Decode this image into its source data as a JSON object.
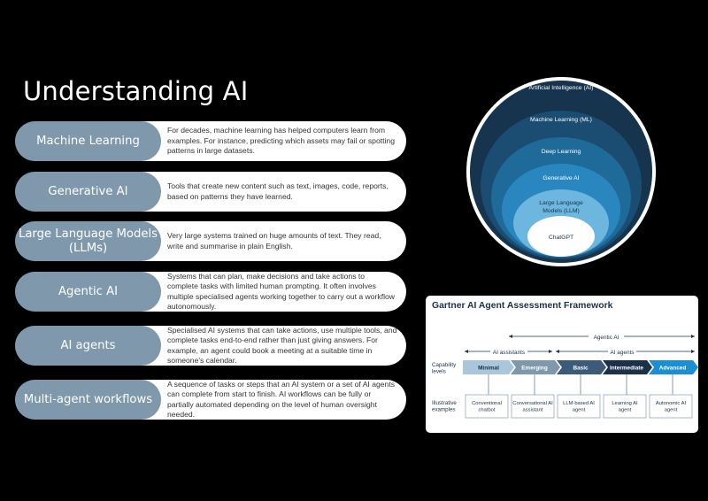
{
  "page": {
    "title": "Understanding AI"
  },
  "rows": [
    {
      "term": "Machine Learning",
      "description": "For decades, machine learning has helped computers learn from examples. For instance, predicting which assets may fail or spotting patterns in large datasets."
    },
    {
      "term": "Generative AI",
      "description": "Tools that create new content such as text, images, code, reports, based on patterns they have learned."
    },
    {
      "term": "Large Language Models (LLMs)",
      "description": "Very large systems trained on huge amounts of text. They read, write and summarise in plain English."
    },
    {
      "term": "Agentic AI",
      "description": "Systems that can plan, make decisions and take actions to complete tasks with limited human prompting. It often involves multiple specialised agents working together to carry out a workflow autonomously."
    },
    {
      "term": "AI agents",
      "description": "Specialised AI systems that can take actions, use multiple tools, and complete tasks end-to-end rather than just giving answers. For example, an agent could book a meeting at a suitable time in someone's calendar."
    },
    {
      "term": "Multi-agent workflows",
      "description": "A sequence of tasks or steps that an AI system or a set of AI agents can complete from start to finish. AI workflows can be fully or partially automated depending on the level of human oversight needed."
    }
  ],
  "rings": [
    {
      "label": "Artificial Intelligence (AI)",
      "color": "#16344e"
    },
    {
      "label": "Machine Learning (ML)",
      "color": "#1b4d72"
    },
    {
      "label": "Deep Learning",
      "color": "#1e6a99"
    },
    {
      "label": "Generative AI",
      "color": "#2a86bf"
    },
    {
      "label": "Large Language Models (LLM)",
      "color": "#6cb6e0"
    },
    {
      "label": "ChatGPT",
      "color": "#ffffff"
    }
  ],
  "gartner": {
    "title": "Gartner AI Agent Assessment Framework",
    "agentic_ai_label": "Agentic AI",
    "ai_assistants_label": "AI assistants",
    "ai_agents_label": "AI agents",
    "capability_label": "Capability levels",
    "examples_label": "Illustrative examples",
    "levels": [
      {
        "name": "Minimal",
        "color": "#a9c6db",
        "text_color": "#17324b",
        "example": "Conventional chatbot"
      },
      {
        "name": "Emerging",
        "color": "#7f98ab",
        "text_color": "#ffffff",
        "example": "Conversational AI assistant"
      },
      {
        "name": "Basic",
        "color": "#3c5a79",
        "text_color": "#ffffff",
        "example": "LLM-based AI agent"
      },
      {
        "name": "Intermediate",
        "color": "#1c3149",
        "text_color": "#ffffff",
        "example": "Learning AI agent"
      },
      {
        "name": "Advanced",
        "color": "#1a8fd6",
        "text_color": "#ffffff",
        "example": "Autonomic AI agent"
      }
    ]
  }
}
